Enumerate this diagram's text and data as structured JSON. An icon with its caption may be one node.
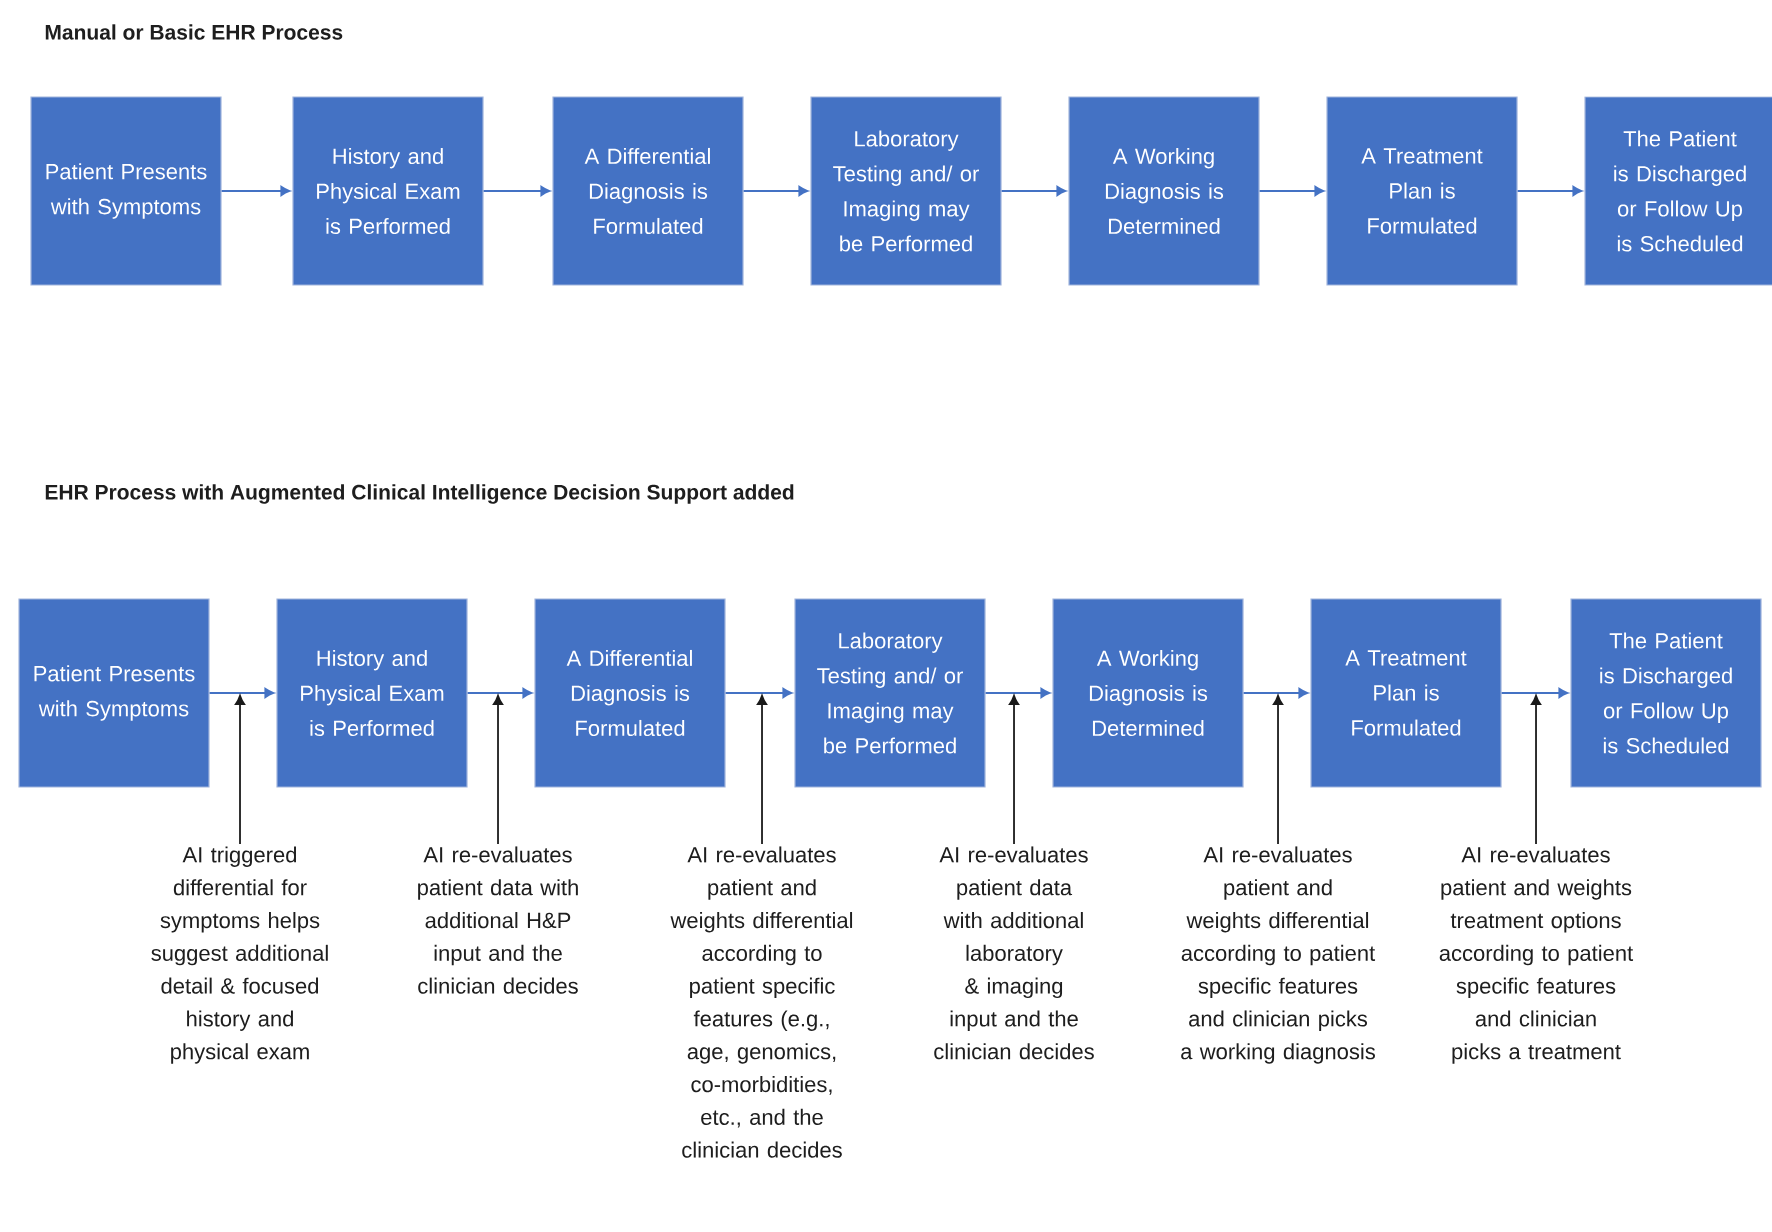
{
  "diagram": {
    "nodes": [
      {
        "text": [
          "Patient Presents with Symptoms"
        ]
      },
      {
        "text": [
          "History and Physical Exam is Performed"
        ]
      },
      {
        "text": [
          "A Differential Diagnosis is Formulated"
        ]
      },
      {
        "text": [
          "Laboratory Testing and/ or Imaging may be Performed"
        ]
      },
      {
        "text": [
          "A Working Diagnosis is Determined"
        ]
      },
      {
        "text": [
          "A Treatment Plan is Formulated"
        ]
      },
      {
        "text": [
          "The Patient is Discharged or Follow Up is Scheduled"
        ]
      },
      {
        "text": [
          "Patient Presents with Symptoms"
        ]
      },
      {
        "text": [
          "History and Physical Exam is Performed"
        ]
      },
      {
        "text": [
          "A Differential Diagnosis is Formulated"
        ]
      },
      {
        "text": [
          "Laboratory Testing and/ or Imaging may be Performed"
        ]
      },
      {
        "text": [
          "A Working Diagnosis is Determined"
        ]
      },
      {
        "text": [
          "A Treatment Plan is Formulated"
        ]
      },
      {
        "text": [
          "The Patient is Discharged or Follow Up is Scheduled"
        ]
      },
      {
        "text": [
          "AI triggered differential for symptoms helps suggest additional detail & focused history and physical exam"
        ]
      },
      {
        "text": [
          "AI re-evaluates patient data with additional H&P input and the clinician decides"
        ]
      },
      {
        "text": [
          "AI re-evaluates patient and weights differential according to patient specific features (e.g., age, genomics, co-morbidities, etc., and the clinician decides"
        ]
      },
      {
        "text": [
          "AI re-evaluates patient data with additional laboratory & imaging input and the clinician decides"
        ]
      },
      {
        "text": [
          "AI re-evaluates patient and weights differential according to patient specific features and clinician picks a working diagnosis"
        ]
      },
      {
        "text": [
          "AI re-evaluates patient and weights treatment options according to patient specific features and clinician picks a treatment"
        ]
      }
    ],
    "edges": [
      {
        "from": 0,
        "to": 1,
        "arrow": "to"
      },
      {
        "from": 1,
        "to": 2,
        "arrow": "to"
      },
      {
        "from": 2,
        "to": 3,
        "arrow": "to"
      },
      {
        "from": 3,
        "to": 4,
        "arrow": "to"
      },
      {
        "from": 4,
        "to": 5,
        "arrow": "to"
      },
      {
        "from": 5,
        "to": 6,
        "arrow": "to"
      },
      {
        "from": 7,
        "to": 8,
        "arrow": "to"
      },
      {
        "from": 8,
        "to": 9,
        "arrow": "to"
      },
      {
        "from": 9,
        "to": 10,
        "arrow": "to"
      },
      {
        "from": 10,
        "to": 11,
        "arrow": "to"
      },
      {
        "from": 11,
        "to": 12,
        "arrow": "to"
      },
      {
        "from": 12,
        "to": 13,
        "arrow": "to"
      },
      {
        "from": 14,
        "to": null,
        "arrow": "to",
        "color": "#1a1a1a"
      },
      {
        "from": 15,
        "to": null,
        "arrow": "to",
        "color": "#1a1a1a"
      },
      {
        "from": 16,
        "to": null,
        "arrow": "to",
        "color": "#1a1a1a"
      },
      {
        "from": 17,
        "to": null,
        "arrow": "to",
        "color": "#1a1a1a"
      },
      {
        "from": 18,
        "to": null,
        "arrow": "to",
        "color": "#1a1a1a"
      },
      {
        "from": 19,
        "to": null,
        "arrow": "to",
        "color": "#1a1a1a"
      }
    ],
    "labels": [
      "Manual or Basic EHR Process",
      "EHR Process with Augmented Clinical Intelligence Decision Support added"
    ]
  }
}
